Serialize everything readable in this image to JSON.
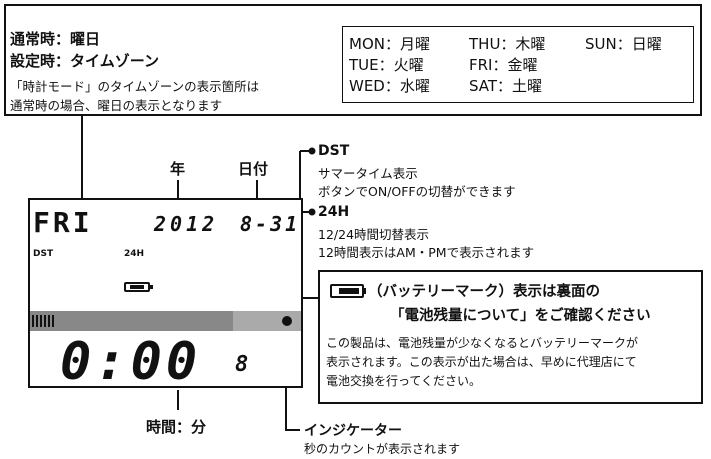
{
  "top_box": {
    "line1": "通常時：曜日",
    "line2": "設定時：タイムゾーン",
    "line3": "「時計モード」のタイムゾーンの表示箇所は",
    "line4": "通常時の場合、曜日の表示となります",
    "days": [
      "MON：月曜",
      "THU：木曜",
      "SUN：日曜",
      "TUE：火曜",
      "FRI：金曜",
      "WED：水曜",
      "SAT：土曜"
    ]
  },
  "labels": {
    "year": "年",
    "date": "日付",
    "time": "時間：分",
    "dst_title": "DST",
    "dst_desc1": "サマータイム表示",
    "dst_desc2": "ボタンでON/OFFの切替ができます",
    "h24_title": "24H",
    "h24_desc1": "12/24時間切替表示",
    "h24_desc2": "12時間表示はAM・PMで表示されます",
    "indicator_title": "インジケーター",
    "indicator_desc": "秒のカウントが表示されます"
  },
  "lcd": {
    "day": "FRI",
    "year": "2012",
    "date": "8-31",
    "dst": "DST",
    "h24": "24H",
    "time": "0:00",
    "seconds": "8"
  },
  "battery_box": {
    "title1": "（バッテリーマーク）表示は裏面の",
    "title2": "「電池残量について」をご確認ください",
    "body1": "この製品は、電池残量が少なくなるとバッテリーマークが",
    "body2": "表示されます。この表示が出た場合は、早めに代理店にて",
    "body3": "電池交換を行ってください。"
  }
}
